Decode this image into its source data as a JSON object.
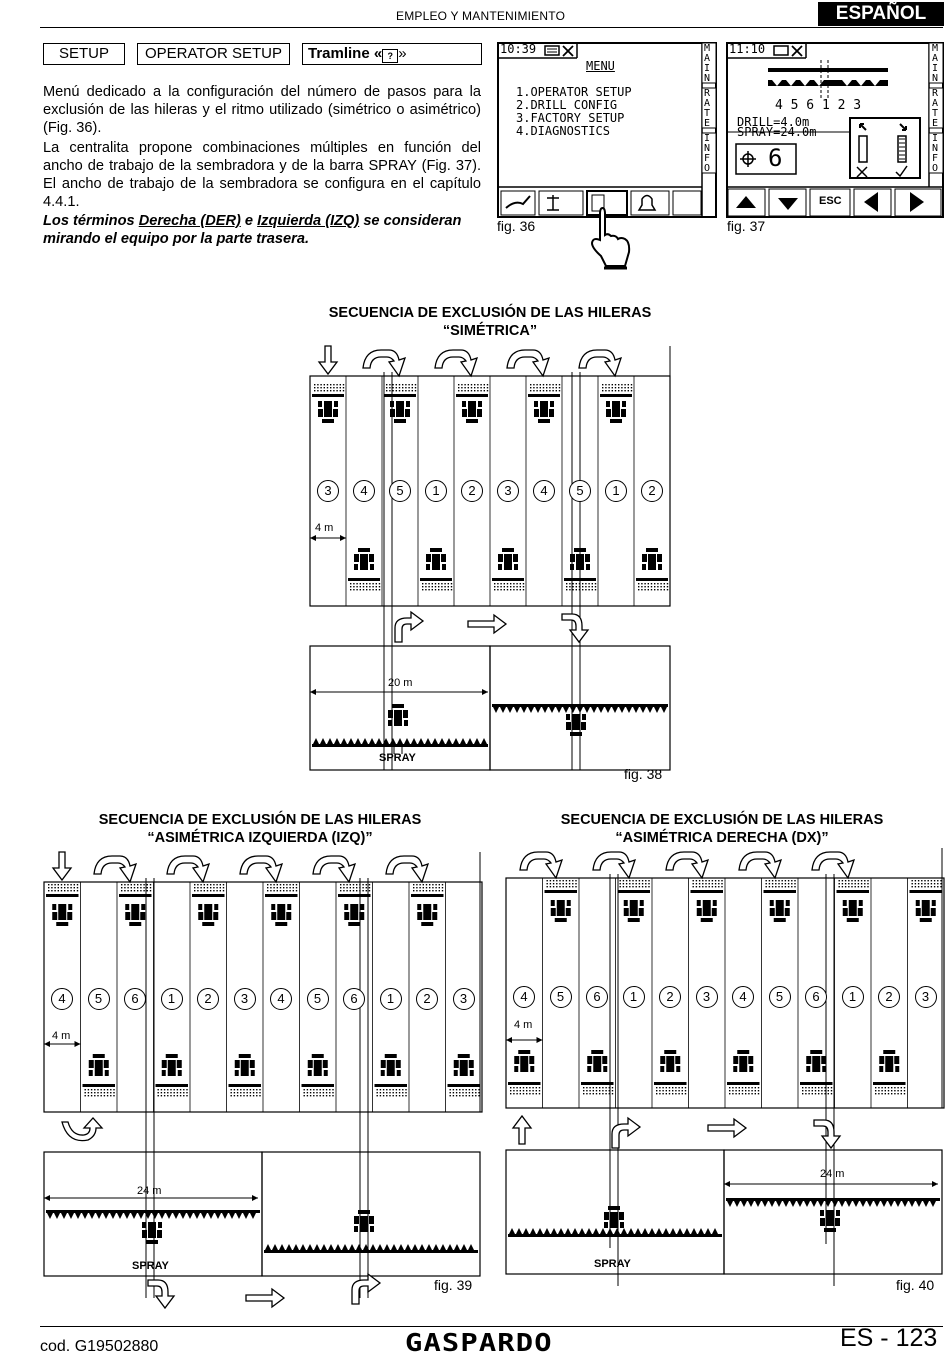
{
  "header": {
    "section": "EMPLEO Y MANTENIMIENTO",
    "language": "ESPAÑOL"
  },
  "nav": {
    "setup": "SETUP",
    "operator_setup": "OPERATOR SETUP",
    "tramline_prefix": "Tramline «",
    "tramline_suffix": "»"
  },
  "paragraph1": "Menú dedicado a la configuración del número de pasos para la exclusión de las hileras y el ritmo utilizado (simétrico o asimétrico) (Fig. 36).",
  "paragraph2": "La centralita propone combinaciones múltiples en función del ancho de trabajo de la sembradora y de la barra SPRAY (Fig. 37). El ancho de trabajo de la sembradora se configura en el capítulo 4.4.1.",
  "note": {
    "p1": "Los términos ",
    "der": "Derecha (DER)",
    "p2": " e ",
    "izq": "Izquierda (IZQ)",
    "p3": " se consideran mirando el equipo por la parte trasera."
  },
  "fig36": {
    "caption": "fig. 36",
    "time": "10:39",
    "menu_title": "MENU",
    "items": [
      "1.OPERATOR SETUP",
      "2.DRILL CONFIG",
      "3.FACTORY SETUP",
      "4.DIAGNOSTICS"
    ],
    "side_tabs": [
      "MAIN",
      "RATE",
      "INFO"
    ]
  },
  "fig37": {
    "caption": "fig. 37",
    "time": "11:10",
    "sequence": "4 5 6 1 2 3",
    "drill": "DRILL=4.0m",
    "spray": "SPRAY=24.0m",
    "value": "6",
    "side_tabs": [
      "MAIN",
      "RATE",
      "INFO"
    ],
    "buttons": {
      "esc": "ESC"
    }
  },
  "fig38": {
    "title1": "SECUENCIA DE EXCLUSIÓN DE LAS HILERAS",
    "title2": "“SIMÉTRICA”",
    "numbers": [
      "3",
      "4",
      "5",
      "1",
      "2",
      "3",
      "4",
      "5",
      "1",
      "2"
    ],
    "width_label": "4 m",
    "spray_width": "20 m",
    "spray_label": "SPRAY",
    "caption": "fig. 38"
  },
  "fig39": {
    "title1": "SECUENCIA DE EXCLUSIÓN DE LAS HILERAS",
    "title2": "“ASIMÉTRICA IZQUIERDA (IZQ)”",
    "numbers": [
      "4",
      "5",
      "6",
      "1",
      "2",
      "3",
      "4",
      "5",
      "6",
      "1",
      "2",
      "3"
    ],
    "width_label": "4 m",
    "spray_width": "24 m",
    "spray_label": "SPRAY",
    "caption": "fig. 39"
  },
  "fig40": {
    "title1": "SECUENCIA DE EXCLUSIÓN DE LAS HILERAS",
    "title2": "“ASIMÉTRICA DERECHA (DX)”",
    "numbers": [
      "4",
      "5",
      "6",
      "1",
      "2",
      "3",
      "4",
      "5",
      "6",
      "1",
      "2",
      "3"
    ],
    "width_label": "4 m",
    "spray_width": "24 m",
    "spray_label": "SPRAY",
    "caption": "fig. 40"
  },
  "footer": {
    "code": "cod.  G19502880",
    "brand": "GASPARDO",
    "page": "ES - 123"
  }
}
